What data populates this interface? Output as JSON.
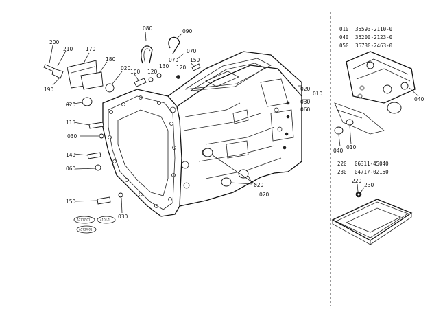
{
  "main_labels": {
    "l080": "080",
    "l090": "090",
    "l200": "200",
    "l210": "210",
    "l170": "170",
    "l180": "180",
    "l020a": "020",
    "l190": "190",
    "l100": "100",
    "l120a": "120",
    "l130": "130",
    "l070a": "070",
    "l070b": "070",
    "l120b": "120",
    "l150a": "150",
    "l020b": "020",
    "l110": "110",
    "l030a": "030",
    "l140": "140",
    "l060a": "060",
    "l150b": "150",
    "l030b": "030",
    "l020c": "020",
    "l020d": "020",
    "l020r": "020",
    "l010r": "010",
    "l030r": "030",
    "l060r": "060"
  },
  "legend_top": [
    {
      "ref": "010",
      "part": "35593-2110-0"
    },
    {
      "ref": "040",
      "part": "36200-2123-0"
    },
    {
      "ref": "050",
      "part": "36730-2463-0"
    }
  ],
  "legend_bottom": [
    {
      "ref": "220",
      "part": "06311-45040"
    },
    {
      "ref": "230",
      "part": "04717-02150"
    }
  ],
  "right_labels": {
    "l040a": "040",
    "l040b": "040",
    "l010b": "010",
    "l220": "220",
    "l230": "230"
  },
  "stamps": {
    "s1": "A2717-01",
    "s2": "4101-1",
    "s3": "A5734-01"
  }
}
